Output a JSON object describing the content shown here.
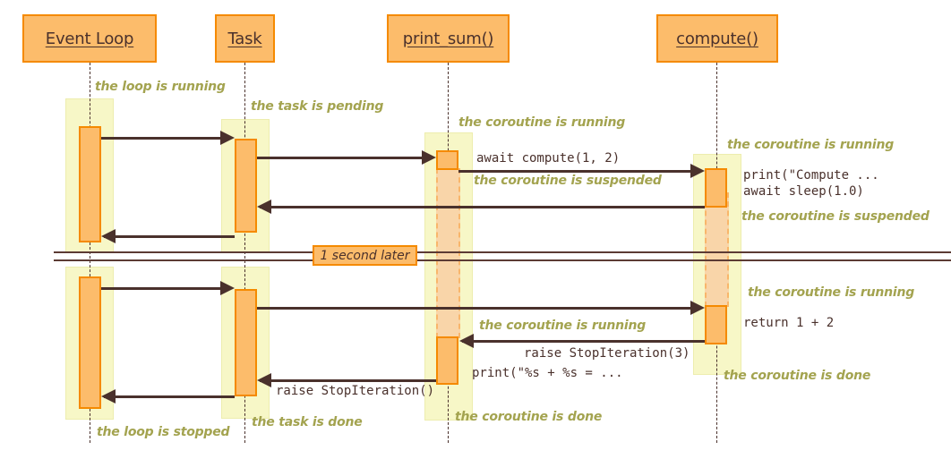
{
  "diagram": {
    "title": "asyncio coroutine sequence diagram",
    "colors": {
      "actor_fill": "#FCBC6B",
      "actor_border": "#F58A00",
      "band_fill": "#F7F7C7",
      "activation_fill": "#FCBC6B",
      "activation_suspended_fill": "#F9D5A9",
      "arrow": "#4A312C",
      "note_text": "#A3A34F",
      "message_text": "#4A312C",
      "background": "#FFFFFF"
    }
  },
  "participants": [
    {
      "id": "event-loop",
      "label": "Event Loop"
    },
    {
      "id": "task",
      "label": "Task"
    },
    {
      "id": "print-sum",
      "label": "print_sum()"
    },
    {
      "id": "compute",
      "label": "compute()"
    }
  ],
  "divider": {
    "label": "1 second later"
  },
  "messages": [
    {
      "id": "msg-await-compute",
      "text": "await compute(1, 2)"
    },
    {
      "id": "msg-print-compute",
      "text": "print(\"Compute ..."
    },
    {
      "id": "msg-await-sleep",
      "text": "await sleep(1.0)"
    },
    {
      "id": "msg-return-sum",
      "text": "return 1 + 2"
    },
    {
      "id": "msg-raise-stopiteration-3",
      "text": "raise StopIteration(3)"
    },
    {
      "id": "msg-print-result",
      "text": "print(\"%s + %s = ..."
    },
    {
      "id": "msg-raise-stopiteration",
      "text": "raise StopIteration()"
    }
  ],
  "notes": [
    {
      "id": "note-loop-running",
      "text": "the loop is running"
    },
    {
      "id": "note-task-pending",
      "text": "the task is pending"
    },
    {
      "id": "note-printsum-running-1",
      "text": "the coroutine is running"
    },
    {
      "id": "note-compute-running-1",
      "text": "the coroutine is running"
    },
    {
      "id": "note-printsum-suspended",
      "text": "the coroutine is suspended"
    },
    {
      "id": "note-compute-suspended",
      "text": "the coroutine is suspended"
    },
    {
      "id": "note-compute-running-2",
      "text": "the coroutine is running"
    },
    {
      "id": "note-printsum-running-2",
      "text": "the coroutine is running"
    },
    {
      "id": "note-compute-done",
      "text": "the coroutine is done"
    },
    {
      "id": "note-printsum-done",
      "text": "the coroutine is done"
    },
    {
      "id": "note-task-done",
      "text": "the task is done"
    },
    {
      "id": "note-loop-stopped",
      "text": "the loop is stopped"
    }
  ]
}
